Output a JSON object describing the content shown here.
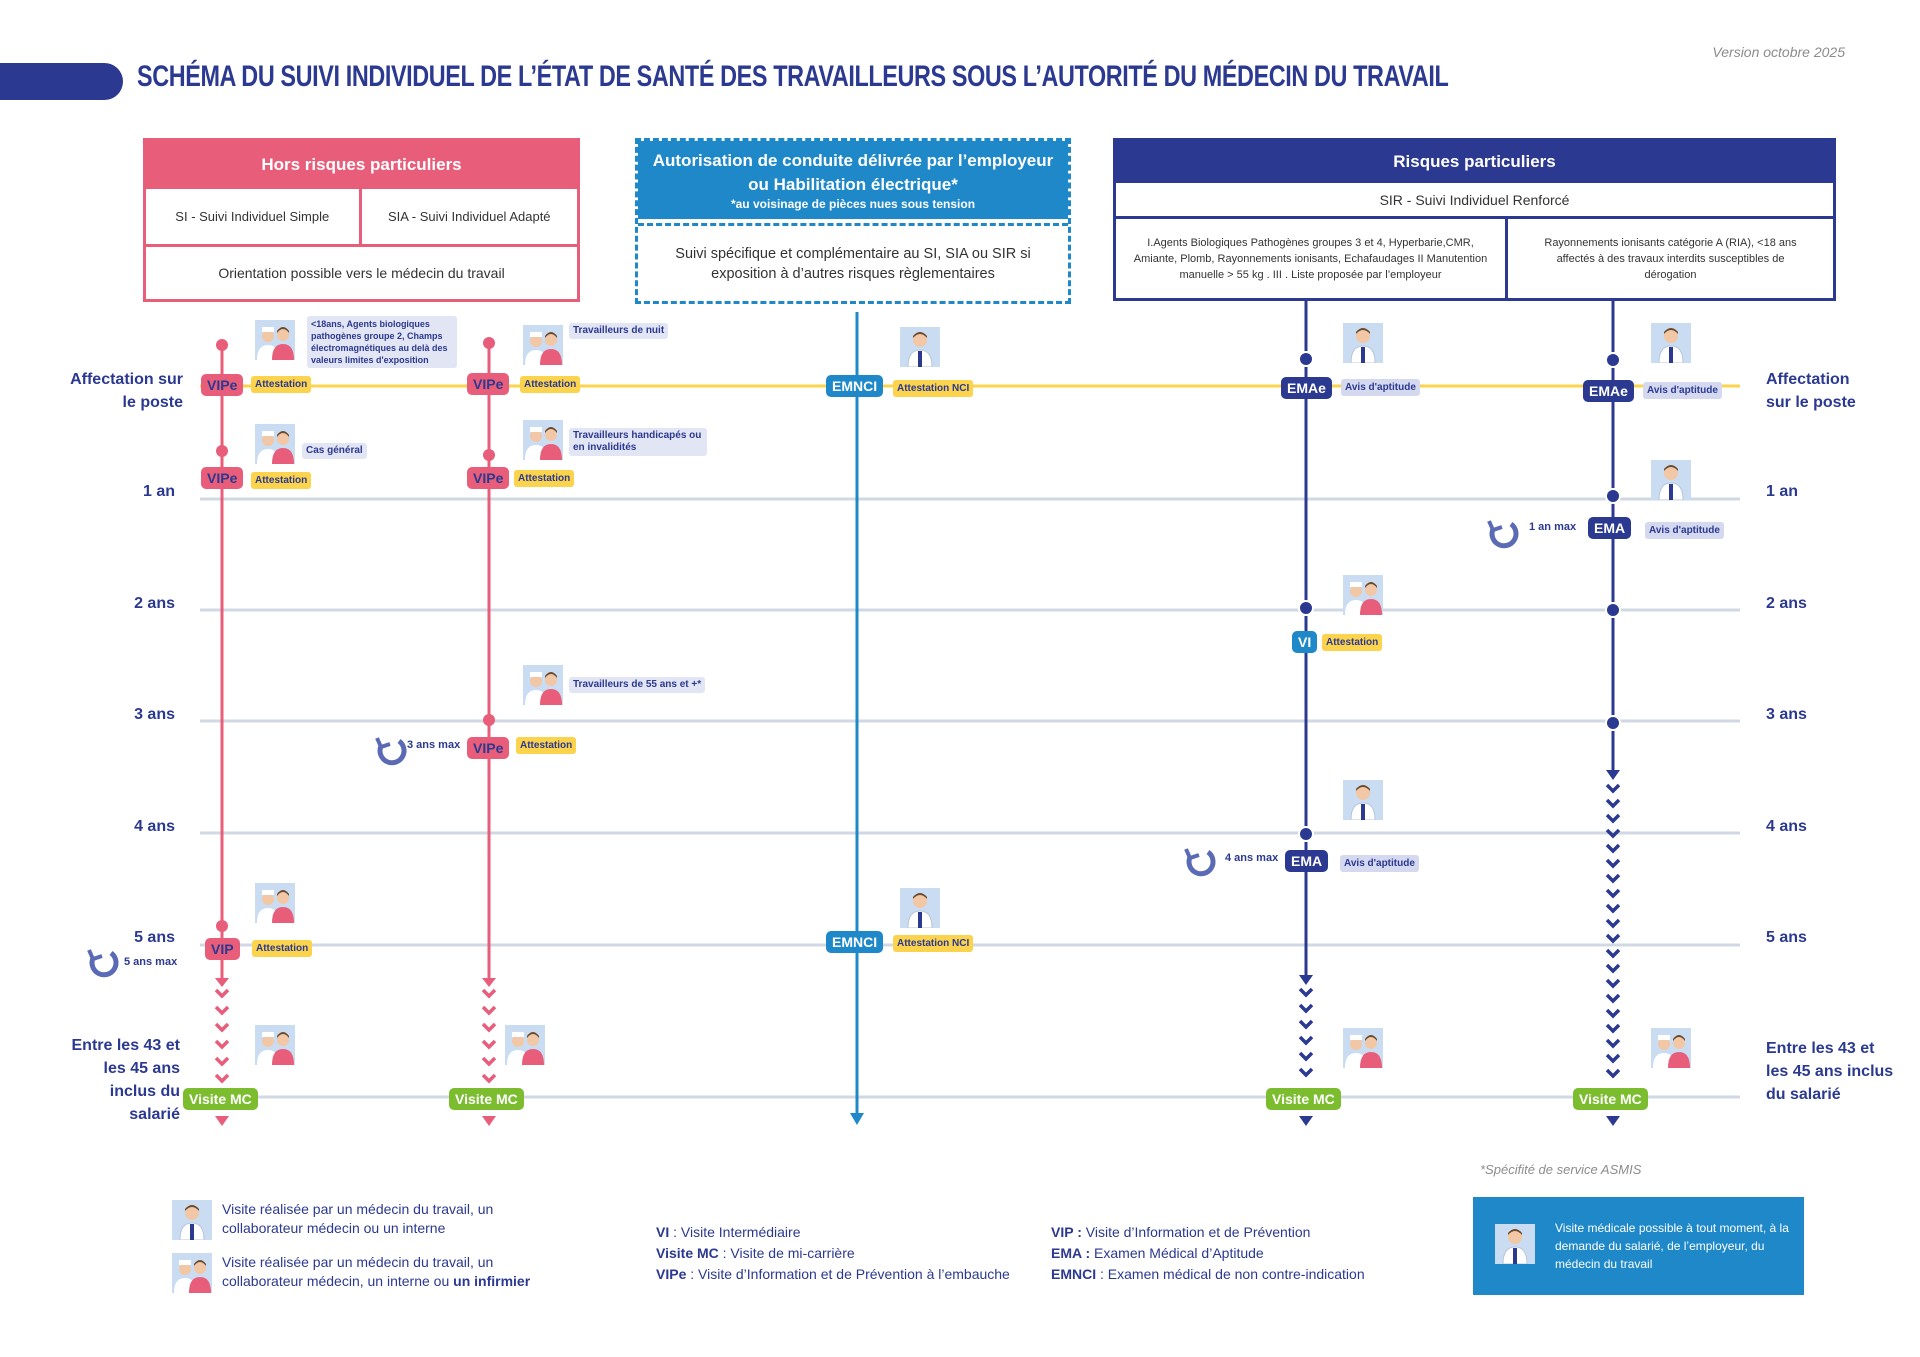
{
  "title": "SCHÉMA DU SUIVI INDIVIDUEL DE L’ÉTAT DE SANTÉ DES TRAVAILLEURS SOUS L’AUTORITÉ DU MÉDECIN DU TRAVAIL",
  "version": "Version octobre 2025",
  "colors": {
    "pink": "#e85d7a",
    "blue": "#1e88c9",
    "navy": "#2b3990",
    "yellow": "#fcd34d",
    "green": "#7bbd2f",
    "grid": "#cfd8e3"
  },
  "boxes": {
    "hors": {
      "title": "Hors risques particuliers",
      "si": "SI - Suivi Individuel Simple",
      "sia": "SIA - Suivi Individuel Adapté",
      "orientation": "Orientation possible vers le médecin du travail"
    },
    "auto": {
      "title": "Autorisation de conduite délivrée par l’employeur ou Habilitation électrique*",
      "subtitle": "*au voisinage de pièces nues sous tension",
      "body": "Suivi spécifique et complémentaire au SI, SIA ou SIR si exposition à d’autres risques règlementaires"
    },
    "risques": {
      "title": "Risques particuliers",
      "sir": "SIR - Suivi Individuel Renforcé",
      "left": "I.Agents Biologiques Pathogènes groupes 3 et 4, Hyperbarie,CMR, Amiante, Plomb, Rayonnements ionisants, Echafaudages II  Manutention manuelle > 55 kg . III . Liste proposée par l’employeur",
      "right": "Rayonnements ionisants catégorie A (RIA), <18 ans affectés à des travaux interdits susceptibles de dérogation"
    }
  },
  "rows": {
    "affectation": "Affectation sur le poste",
    "an1": "1 an",
    "an2": "2 ans",
    "an3": "3 ans",
    "an4": "4 ans",
    "an5": "5 ans",
    "mc_left": "Entre les 43 et les 45 ans inclus du salarié",
    "mc_right": "Entre les 43 et les 45 ans inclus du salarié"
  },
  "badges": {
    "vipe": "VIPe",
    "vip": "VIP",
    "emnci": "EMNCI",
    "emae": "EMAe",
    "ema": "EMA",
    "vi": "VI",
    "mc": "Visite MC"
  },
  "tags": {
    "attestation": "Attestation",
    "attestation_nci": "Attestation NCI",
    "avis": "Avis d'aptitude"
  },
  "notes": {
    "n18": "<18ans, Agents biologiques pathogènes groupe 2, Champs électromagnétiques au delà des valeurs limites d'exposition",
    "nuit": "Travailleurs de nuit",
    "general": "Cas général",
    "handicap": "Travailleurs handicapés ou en invalidités",
    "ans55": "Travailleurs de 55 ans et +*"
  },
  "max": {
    "an1": "1 an max",
    "an3": "3 ans max",
    "an4": "4 ans max",
    "an5": "5 ans max"
  },
  "legend": {
    "doctor": "Visite réalisée par un médecin du travail, un collaborateur médecin ou un interne",
    "nurse_a": "Visite réalisée par un médecin du travail, un collaborateur médecin, un interne ou ",
    "nurse_b": "un infirmier"
  },
  "abbr": {
    "vi_k": "VI",
    "vi_v": " : Visite Intermédiaire",
    "mc_k": "Visite MC",
    "mc_v": " : Visite de mi-carrière",
    "vipe_k": "VIPe",
    "vipe_v": " : Visite d’Information et de Prévention à l’embauche",
    "vip_k": "VIP :",
    "vip_v": " Visite d’Information et de Prévention",
    "ema_k": "EMA :",
    "ema_v": " Examen Médical d’Aptitude",
    "emnci_k": "EMNCI",
    "emnci_v": " : Examen médical de non contre-indication"
  },
  "asmis": "*Spécifité de service ASMIS",
  "medbox": "Visite médicale possible à tout moment, à la demande du salarié, de l’employeur, du médecin du travail"
}
